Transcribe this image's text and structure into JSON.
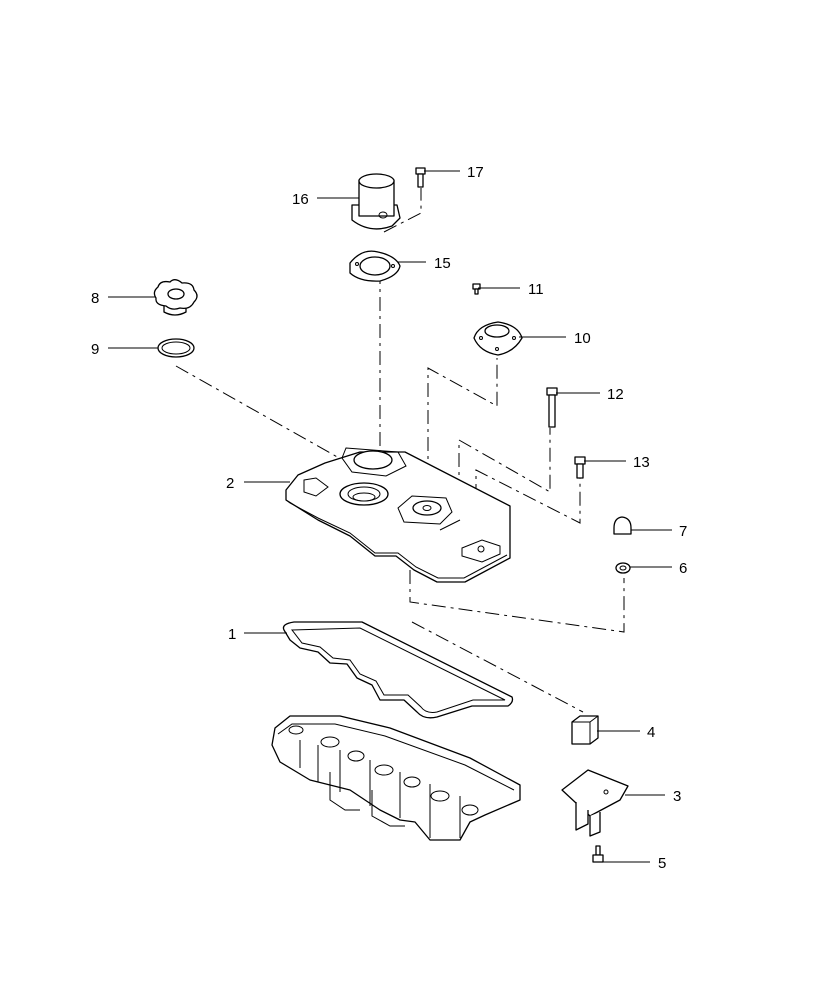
{
  "diagram": {
    "callouts": [
      {
        "id": "p1",
        "label": "1"
      },
      {
        "id": "p2",
        "label": "2"
      },
      {
        "id": "p3",
        "label": "3"
      },
      {
        "id": "p4",
        "label": "4"
      },
      {
        "id": "p5",
        "label": "5"
      },
      {
        "id": "p6",
        "label": "6"
      },
      {
        "id": "p7",
        "label": "7"
      },
      {
        "id": "p8",
        "label": "8"
      },
      {
        "id": "p9",
        "label": "9"
      },
      {
        "id": "p10",
        "label": "10"
      },
      {
        "id": "p11",
        "label": "11"
      },
      {
        "id": "p12",
        "label": "12"
      },
      {
        "id": "p13",
        "label": "13"
      },
      {
        "id": "p15",
        "label": "15"
      },
      {
        "id": "p16",
        "label": "16"
      },
      {
        "id": "p17",
        "label": "17"
      }
    ]
  }
}
